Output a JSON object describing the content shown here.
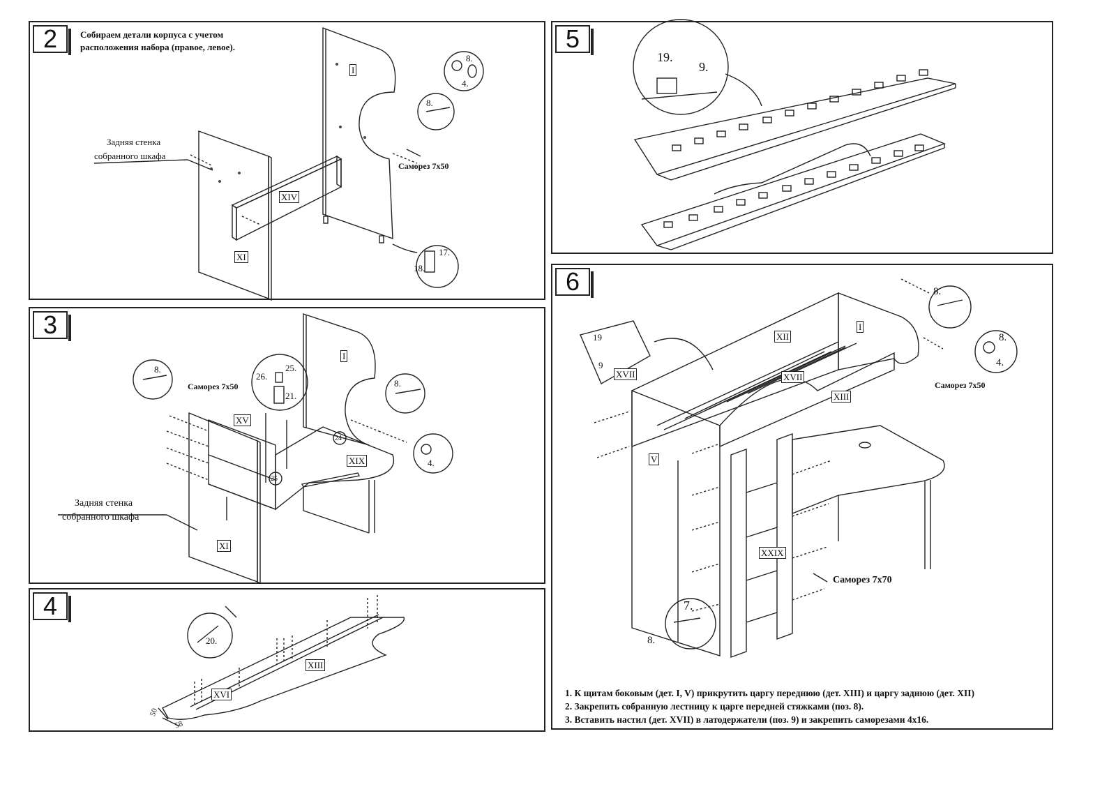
{
  "panels": {
    "p2": {
      "number": "2",
      "caption_line1": "Собираем детали корпуса с учетом",
      "caption_line2": "расположения набора (правое, левое).",
      "label_back_wall_1": "Задняя стенка",
      "label_back_wall_2": "собранного шкафа",
      "screw_label": "Саморез 7х50",
      "parts": [
        "I",
        "XIV",
        "XI"
      ],
      "callout_a": [
        "8.",
        "4."
      ],
      "callout_b": "8.",
      "callout_c": [
        "17.",
        "18."
      ]
    },
    "p3": {
      "number": "3",
      "screw_label": "Саморез 7х50",
      "label_back_wall_1": "Задняя стенка",
      "label_back_wall_2": "собранного шкафа",
      "parts": [
        "I",
        "XV",
        "XIX",
        "XI"
      ],
      "callout_a": "8.",
      "callout_b": [
        "26.",
        "25.",
        "21."
      ],
      "callout_c": "8.",
      "callout_d": "4.",
      "markers": [
        "24",
        "25"
      ]
    },
    "p4": {
      "number": "4",
      "parts": [
        "XIII",
        "XVI"
      ],
      "callout": "20.",
      "dims": [
        "50",
        "58"
      ]
    },
    "p5": {
      "number": "5",
      "callout": [
        "19.",
        "9."
      ]
    },
    "p6": {
      "number": "6",
      "parts": [
        "XII",
        "I",
        "XVII",
        "XIII",
        "V",
        "XXIX",
        "XVII"
      ],
      "callout_top_left": [
        "19",
        "9"
      ],
      "callout_right_a": "8.",
      "callout_right_b": [
        "8.",
        "4."
      ],
      "screw_label_top": "Саморез 7х50",
      "screw_label_bottom": "Саморез 7х70",
      "callout_bottom": [
        "7.",
        "8."
      ],
      "notes": [
        "1. К щитам боковым (дет. I, V) прикрутить царгу переднюю (дет. XIII) и царгу заднюю (дет. XII)",
        "2. Закрепить собранную лестницу к царге передней стяжками (поз. 8).",
        "3. Вставить настил (дет. XVII) в латодержатели (поз. 9) и закрепить саморезами 4х16."
      ]
    }
  }
}
